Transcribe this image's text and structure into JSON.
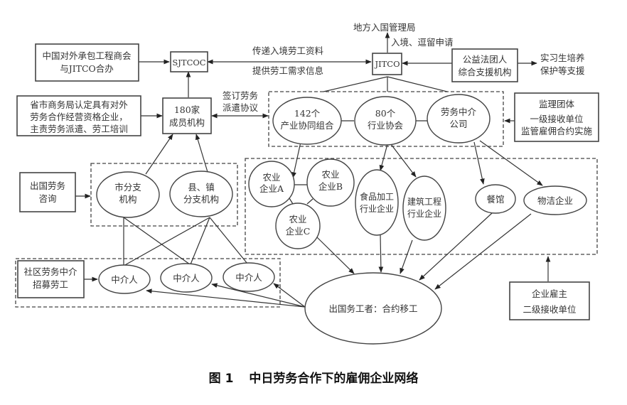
{
  "nodes": {
    "china_contractors": [
      "中国对外承包工程商会",
      "与JITCO合办"
    ],
    "sjtcoc": "SJTCOC",
    "jitco": "JITCO",
    "immigration": "地方入国管理局",
    "public_org": [
      "公益法团人",
      "综合支援机构"
    ],
    "intern_support": [
      "实习生培养",
      "保护等支援"
    ],
    "provincial": [
      "省市商务局认定具有对外",
      "劳务合作经营资格企业，",
      "主责劳务派遣、劳工培训"
    ],
    "member_180": [
      "180家",
      "成员机构"
    ],
    "assoc_142": [
      "142个",
      "产业协同组合"
    ],
    "assoc_80": [
      "80个",
      "行业协会"
    ],
    "labor_agency": [
      "劳务中介",
      "公司"
    ],
    "supervisor": [
      "监理团体",
      "一级接收单位",
      "监管雇佣合约实施"
    ],
    "overseas_consult": [
      "出国劳务",
      "咨询"
    ],
    "city_branch": [
      "市分支",
      "机构"
    ],
    "county_branch": [
      "县、镇",
      "分支机构"
    ],
    "agri_a": [
      "农业",
      "企业A"
    ],
    "agri_b": [
      "农业",
      "企业B"
    ],
    "agri_c": [
      "农业",
      "企业C"
    ],
    "food": [
      "食品加工",
      "行业企业"
    ],
    "construction": [
      "建筑工程",
      "行业企业"
    ],
    "restaurant": "餐馆",
    "cleaning": "物洁企业",
    "community_agency": [
      "社区劳务中介",
      "招募劳工"
    ],
    "intermediary": "中介人",
    "workers": "出国务工者：合约移工",
    "employer": [
      "企业雇主",
      "二级接收单位"
    ]
  },
  "edge_labels": {
    "pass_info": "传递入境劳工资料",
    "demand_info": "提供劳工需求信息",
    "entry_apply": "入境、逗留申请",
    "dispatch": [
      "签订劳务",
      "派遣协议"
    ]
  },
  "caption": {
    "figure_no": "图 1",
    "title": "中日劳务合作下的雇佣企业网络"
  }
}
